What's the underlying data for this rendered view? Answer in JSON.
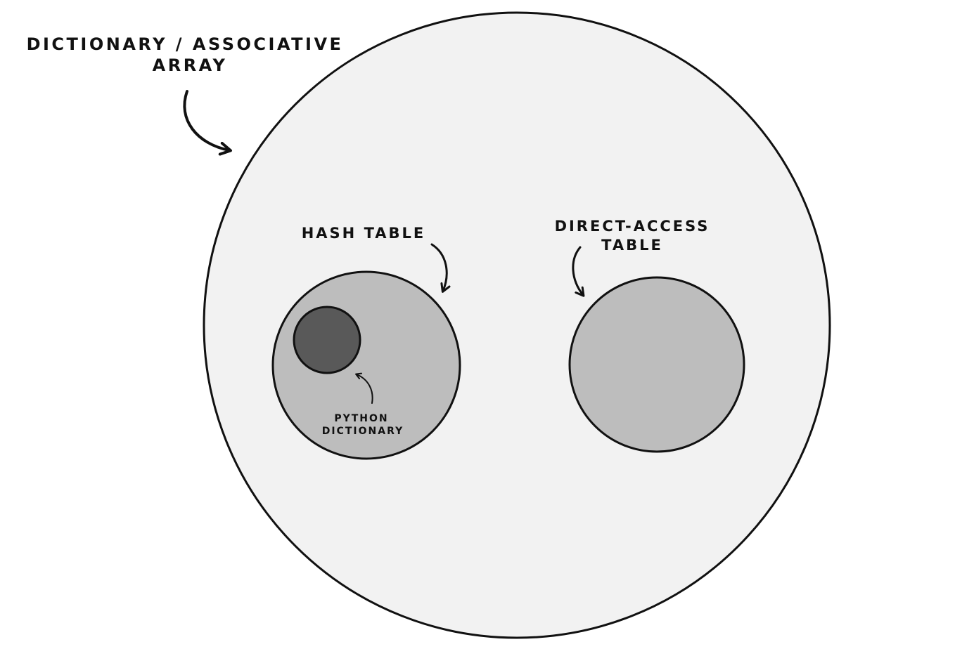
{
  "labels": {
    "outer_line1": "DICTIONARY / ASSOCIATIVE",
    "outer_line2": "ARRAY",
    "hash_table": "HASH TABLE",
    "direct_access_line1": "DIRECT-ACCESS",
    "direct_access_line2": "TABLE",
    "python_line1": "PYTHON",
    "python_line2": "DICTIONARY"
  },
  "colors": {
    "outer_fill": "#f2f2f2",
    "inner_fill": "#bdbdbd",
    "python_fill": "#595959",
    "stroke": "#111111",
    "background": "#ffffff"
  }
}
